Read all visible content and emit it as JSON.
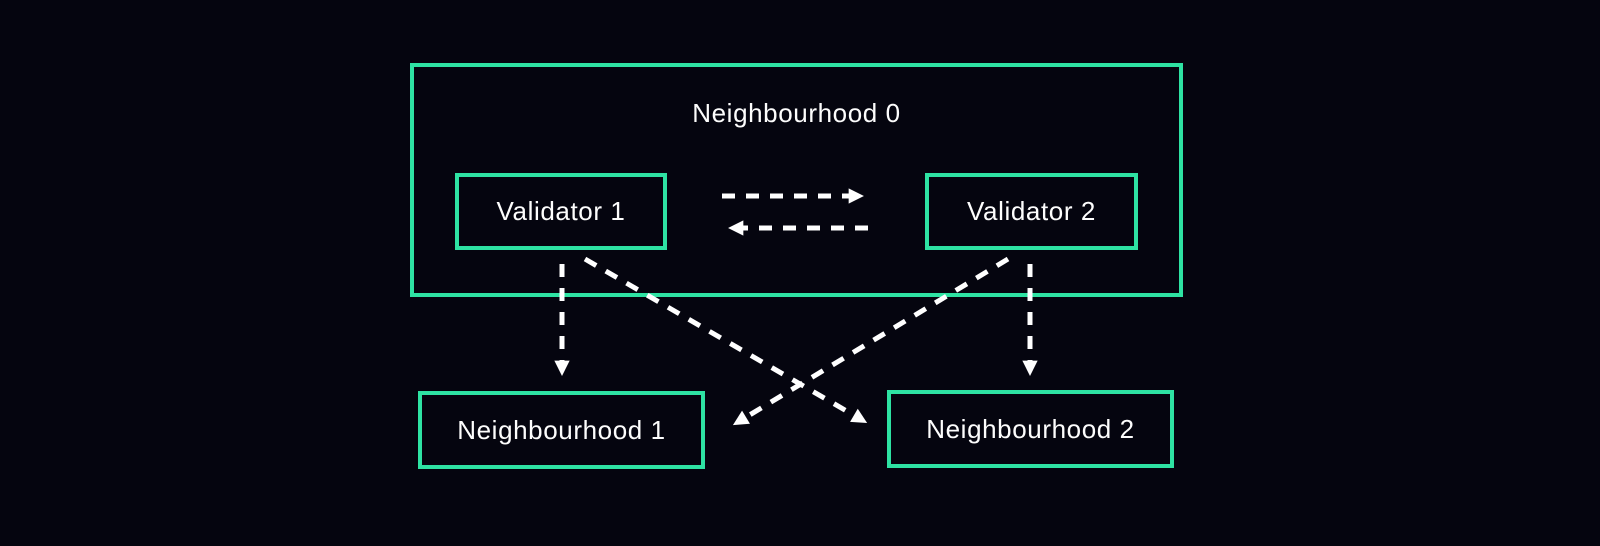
{
  "diagram": {
    "colors": {
      "background": "#05050f",
      "accent": "#2ee3a3",
      "arrow": "#ffffff",
      "text": "#ffffff"
    },
    "nodes": {
      "neighbourhood0": {
        "label": "Neighbourhood 0"
      },
      "validator1": {
        "label": "Validator 1"
      },
      "validator2": {
        "label": "Validator 2"
      },
      "neighbourhood1": {
        "label": "Neighbourhood 1"
      },
      "neighbourhood2": {
        "label": "Neighbourhood 2"
      }
    },
    "edges": [
      {
        "from": "Validator 1",
        "to": "Validator 2",
        "style": "dashed-arrow",
        "direction": "right"
      },
      {
        "from": "Validator 2",
        "to": "Validator 1",
        "style": "dashed-arrow",
        "direction": "left"
      },
      {
        "from": "Validator 1",
        "to": "Neighbourhood 1",
        "style": "dashed-arrow",
        "direction": "down"
      },
      {
        "from": "Validator 2",
        "to": "Neighbourhood 2",
        "style": "dashed-arrow",
        "direction": "down"
      },
      {
        "from": "Validator 1",
        "to": "Neighbourhood 2",
        "style": "dashed-arrow",
        "direction": "down-right"
      },
      {
        "from": "Validator 2",
        "to": "Neighbourhood 1",
        "style": "dashed-arrow",
        "direction": "down-left"
      }
    ]
  }
}
